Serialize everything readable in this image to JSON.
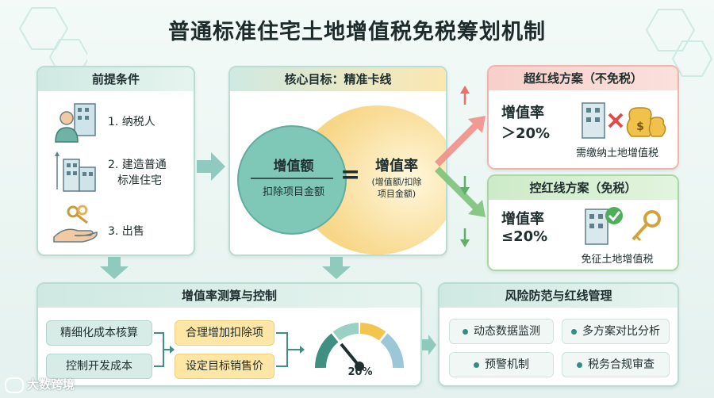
{
  "title": "普通标准住宅土地增值税免税筹划机制",
  "preconditions": {
    "heading": "前提条件",
    "items": [
      "1. 纳税人",
      "2. 建造普通",
      "标准住宅",
      "3. 出售"
    ]
  },
  "core": {
    "heading": "核心目标：精准卡线",
    "numerator": "增值额",
    "denominator": "扣除项目金额",
    "equals": "=",
    "result_title": "增值率",
    "result_sub1": "(增值额/扣除",
    "result_sub2": "项目金额)"
  },
  "over_plan": {
    "heading": "超红线方案（不免税）",
    "rate_label": "增值率",
    "rate_value": "＞20%",
    "outcome": "需缴纳土地增值税"
  },
  "control_plan": {
    "heading": "控红线方案（免税）",
    "rate_label": "增值率",
    "rate_value": "≤20%",
    "outcome": "免征土地增值税"
  },
  "calc": {
    "heading": "增值率测算与控制",
    "left_items": [
      "精细化成本核算",
      "控制开发成本"
    ],
    "mid_items": [
      "合理增加扣除项",
      "设定目标销售价"
    ],
    "gauge_label": "20%"
  },
  "risk": {
    "heading": "风险防范与红线管理",
    "items": [
      "动态数据监测",
      "多方案对比分析",
      "预警机制",
      "税务合规审查"
    ]
  },
  "watermark": "大数跨境",
  "colors": {
    "teal": "#2f8f82",
    "red": "#e8716b",
    "green": "#5fae6a",
    "yellow": "#f4c54e"
  }
}
